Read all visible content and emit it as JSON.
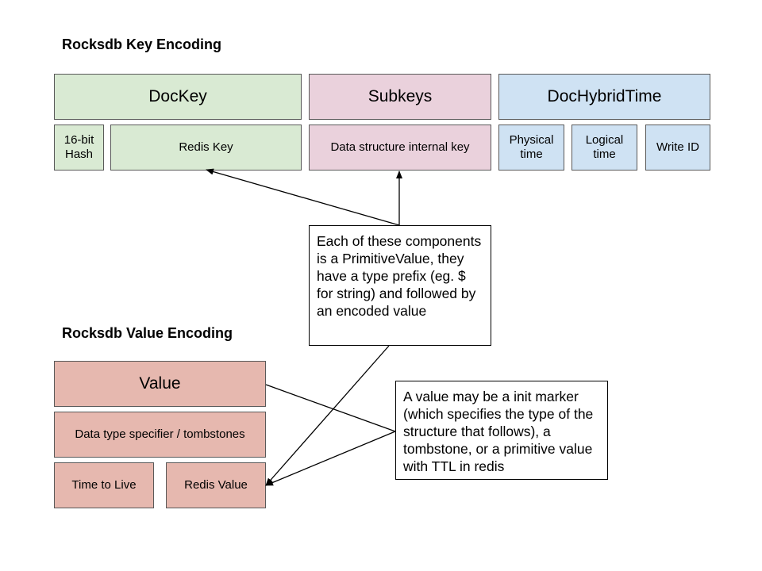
{
  "key_encoding": {
    "heading": "Rocksdb Key Encoding",
    "dockey": "DocKey",
    "subkeys": "Subkeys",
    "dochybridtime": "DocHybridTime",
    "hash_line1": "16-bit",
    "hash_line2": "Hash",
    "redis_key": "Redis Key",
    "internal_key": "Data structure internal key",
    "physical_line1": "Physical",
    "physical_line2": "time",
    "logical_line1": "Logical",
    "logical_line2": "time",
    "write_id": "Write ID"
  },
  "value_encoding": {
    "heading": "Rocksdb Value Encoding",
    "value": "Value",
    "type_specifier": "Data type specifier / tombstones",
    "ttl": "Time to Live",
    "redis_value": "Redis Value"
  },
  "notes": {
    "primitive": "Each of these components is a PrimitiveValue, they have a type prefix (eg. $ for string) and followed by an encoded value",
    "value": "A value may be a init marker (which specifies the type of the structure that follows), a tombstone, or a primitive value with TTL in redis"
  },
  "colors": {
    "green": "#d9ead3",
    "pink": "#ead1dc",
    "blue": "#cfe2f3",
    "red": "#e6b8af"
  }
}
